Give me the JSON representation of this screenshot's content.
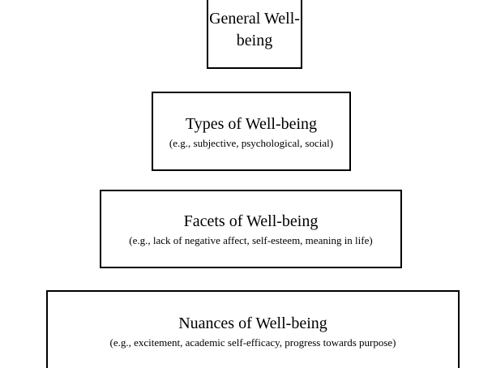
{
  "diagram": {
    "name": "well-being hierarchy",
    "colors": {
      "background": "#ffffff",
      "border": "#000000",
      "text": "#000000"
    },
    "levels": [
      {
        "title": "General Well-being",
        "subtitle": ""
      },
      {
        "title": "Types of Well-being",
        "subtitle": "(e.g., subjective, psychological, social)"
      },
      {
        "title": "Facets of Well-being",
        "subtitle": "(e.g., lack of negative affect, self-esteem, meaning in life)"
      },
      {
        "title": "Nuances of Well-being",
        "subtitle": "(e.g., excitement, academic self-efficacy, progress towards purpose)"
      }
    ]
  }
}
